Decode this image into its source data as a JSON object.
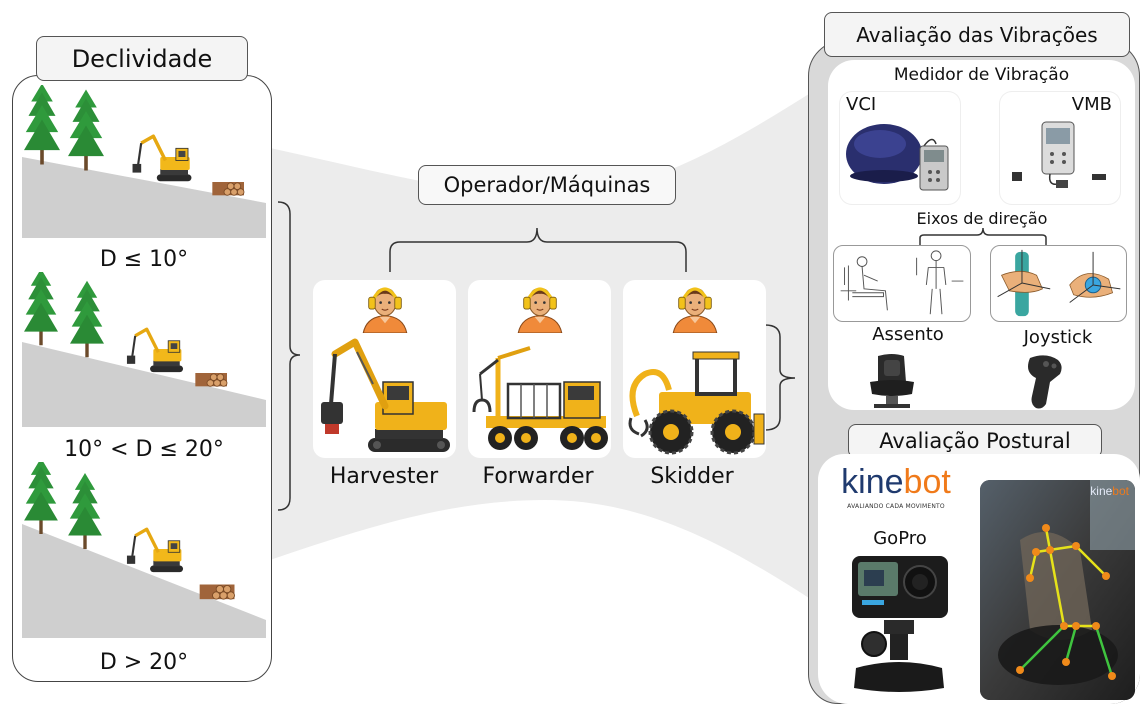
{
  "slope_panel": {
    "title": "Declividade",
    "classes": [
      {
        "label": "D ≤ 10°"
      },
      {
        "label": "10° < D ≤ 20°"
      },
      {
        "label": "D > 20°"
      }
    ]
  },
  "operators": {
    "title": "Operador/Máquinas",
    "machines": [
      {
        "label": "Harvester"
      },
      {
        "label": "Forwarder"
      },
      {
        "label": "Skidder"
      }
    ]
  },
  "vibration": {
    "title": "Avaliação das Vibrações",
    "meter_title": "Medidor de Vibração",
    "meters": [
      {
        "label": "VCI"
      },
      {
        "label": "VMB"
      }
    ],
    "axes_title": "Eixos de direção",
    "axes": [
      {
        "label": "Assento"
      },
      {
        "label": "Joystick"
      }
    ]
  },
  "posture": {
    "title": "Avaliação Postural",
    "logo_text": "kinebot",
    "logo_tagline": "AVALIANDO CADA MOVIMENTO",
    "camera_label": "GoPro",
    "photo_logo_text": "kinebot"
  },
  "colors": {
    "right_panel_gray": "#d9d9d9",
    "machine_yellow": "#f0b21a",
    "kinebot_blue": "#1f3a6e",
    "kinebot_orange": "#f07a1a"
  }
}
